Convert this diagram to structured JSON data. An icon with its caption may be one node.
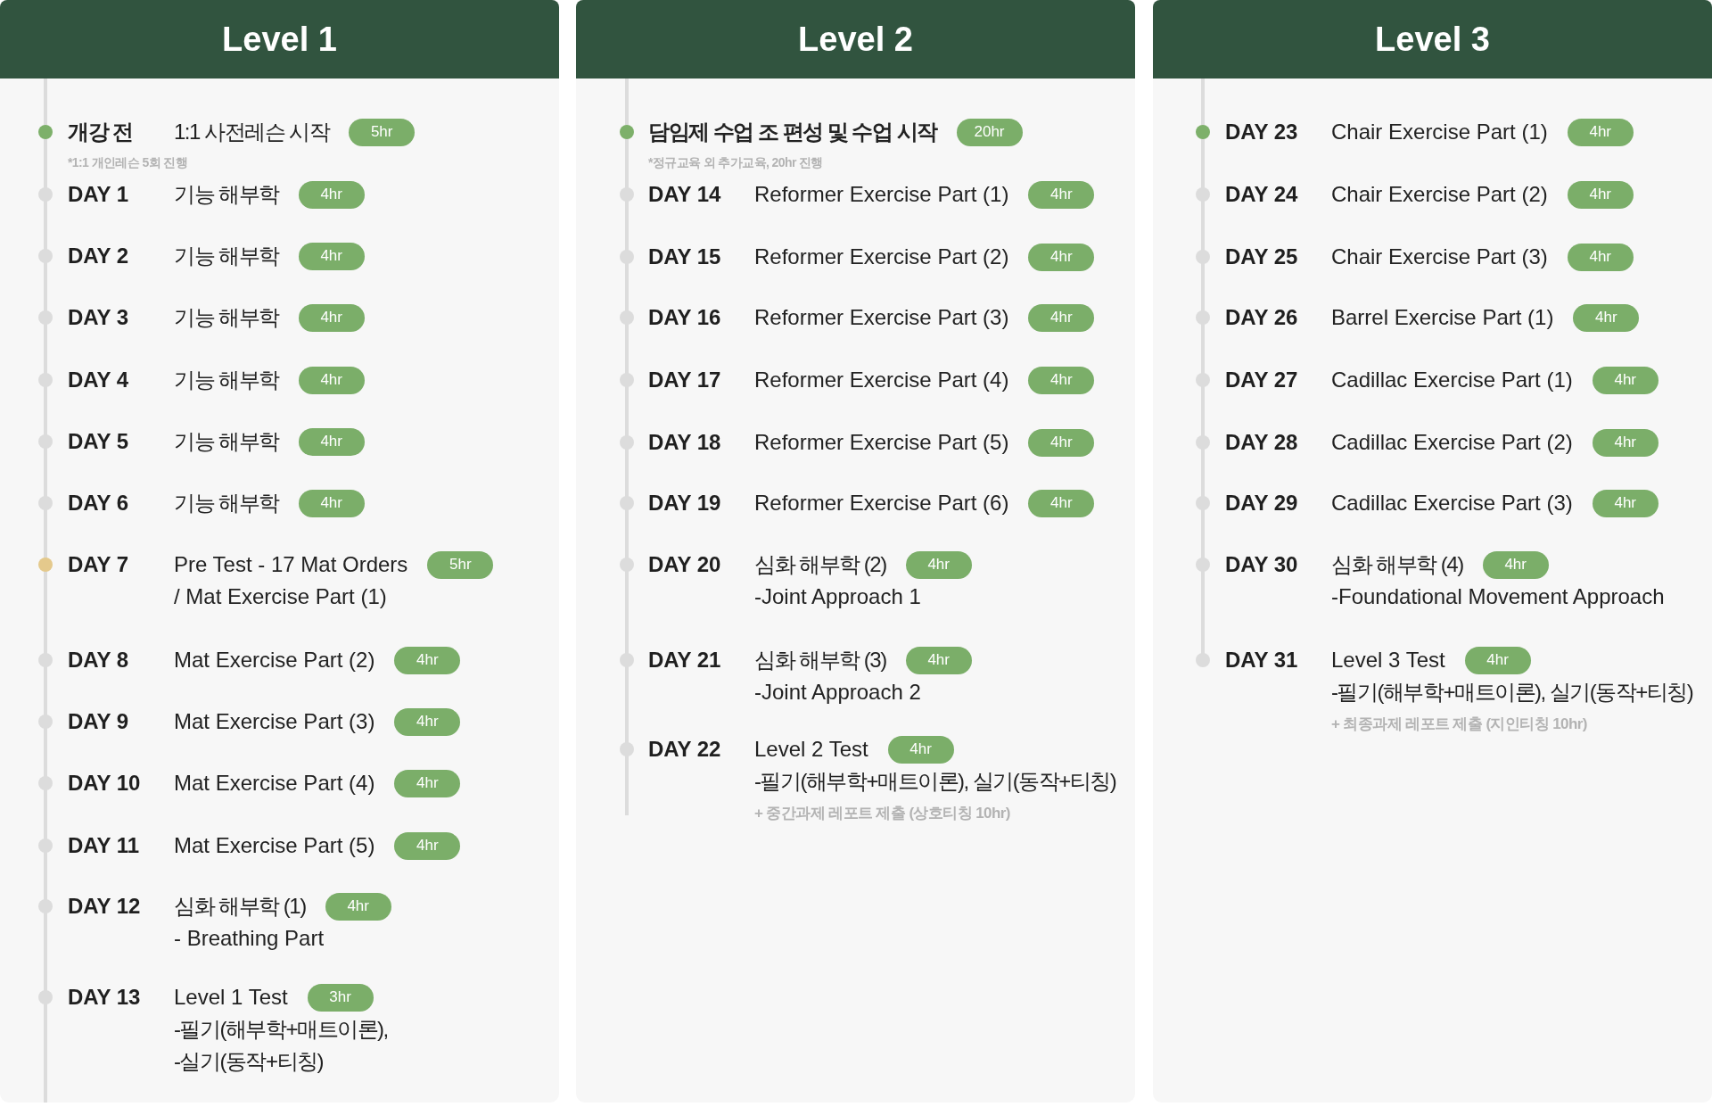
{
  "diagram": {
    "nodes": [
      {
        "text": [
          "Level 1"
        ]
      },
      {
        "text": [
          "5hr"
        ],
        "in": 0,
        "beside": [
          "개강 전",
          "1:1 사전레슨 시작",
          "*1:1 개인레슨 5회 진행"
        ]
      },
      {
        "text": [
          "4hr"
        ],
        "in": 0,
        "beside": [
          "DAY 1",
          "기능 해부학"
        ]
      },
      {
        "text": [
          "4hr"
        ],
        "in": 0,
        "beside": [
          "DAY 2",
          "기능 해부학"
        ]
      },
      {
        "text": [
          "4hr"
        ],
        "in": 0,
        "beside": [
          "DAY 3",
          "기능 해부학"
        ]
      },
      {
        "text": [
          "4hr"
        ],
        "in": 0,
        "beside": [
          "DAY 4",
          "기능 해부학"
        ]
      },
      {
        "text": [
          "4hr"
        ],
        "in": 0,
        "beside": [
          "DAY 5",
          "기능 해부학"
        ]
      },
      {
        "text": [
          "4hr"
        ],
        "in": 0,
        "beside": [
          "DAY 6",
          "기능 해부학"
        ]
      },
      {
        "text": [
          "5hr"
        ],
        "in": 0,
        "beside": [
          "DAY 7",
          "Pre Test - 17 Mat Orders",
          "/ Mat Exercise Part (1)"
        ]
      },
      {
        "text": [
          "4hr"
        ],
        "in": 0,
        "beside": [
          "DAY 8",
          "Mat Exercise Part (2)"
        ]
      },
      {
        "text": [
          "4hr"
        ],
        "in": 0,
        "beside": [
          "DAY 9",
          "Mat Exercise Part (3)"
        ]
      },
      {
        "text": [
          "4hr"
        ],
        "in": 0,
        "beside": [
          "DAY 10",
          "Mat Exercise Part (4)"
        ]
      },
      {
        "text": [
          "4hr"
        ],
        "in": 0,
        "beside": [
          "DAY 11",
          "Mat Exercise Part (5)"
        ]
      },
      {
        "text": [
          "4hr"
        ],
        "in": 0,
        "beside": [
          "DAY 12",
          "심화 해부학 (1)",
          "- Breathing Part"
        ]
      },
      {
        "text": [
          "3hr"
        ],
        "in": 0,
        "beside": [
          "DAY 13",
          "Level 1 Test",
          "-필기(해부학+매트이론),",
          "-실기(동작+티칭)"
        ]
      },
      {
        "text": [
          "Level 2"
        ]
      },
      {
        "text": [
          "20hr"
        ],
        "in": 15,
        "beside": [
          "담임제 수업 조 편성 및 수업 시작",
          "*정규교육 외 추가교육, 20hr 진행"
        ]
      },
      {
        "text": [
          "4hr"
        ],
        "in": 15,
        "beside": [
          "DAY 14",
          "Reformer Exercise Part (1)"
        ]
      },
      {
        "text": [
          "4hr"
        ],
        "in": 15,
        "beside": [
          "DAY 15",
          "Reformer Exercise Part (2)"
        ]
      },
      {
        "text": [
          "4hr"
        ],
        "in": 15,
        "beside": [
          "DAY 16",
          "Reformer Exercise Part (3)"
        ]
      },
      {
        "text": [
          "4hr"
        ],
        "in": 15,
        "beside": [
          "DAY 17",
          "Reformer Exercise Part (4)"
        ]
      },
      {
        "text": [
          "4hr"
        ],
        "in": 15,
        "beside": [
          "DAY 18",
          "Reformer Exercise Part (5)"
        ]
      },
      {
        "text": [
          "4hr"
        ],
        "in": 15,
        "beside": [
          "DAY 19",
          "Reformer Exercise Part (6)"
        ]
      },
      {
        "text": [
          "4hr"
        ],
        "in": 15,
        "beside": [
          "DAY 20",
          "심화 해부학 (2)",
          "-Joint Approach 1"
        ]
      },
      {
        "text": [
          "4hr"
        ],
        "in": 15,
        "beside": [
          "DAY 21",
          "심화 해부학 (3)",
          "-Joint Approach 2"
        ]
      },
      {
        "text": [
          "4hr"
        ],
        "in": 15,
        "beside": [
          "DAY 22",
          "Level 2 Test",
          "-필기(해부학+매트이론), 실기(동작+티칭)",
          "+ 중간과제 레포트 제출 (상호티칭 10hr)"
        ]
      },
      {
        "text": [
          "Level 3"
        ]
      },
      {
        "text": [
          "4hr"
        ],
        "in": 26,
        "beside": [
          "DAY 23",
          "Chair Exercise Part (1)"
        ]
      },
      {
        "text": [
          "4hr"
        ],
        "in": 26,
        "beside": [
          "DAY 24",
          "Chair Exercise Part (2)"
        ]
      },
      {
        "text": [
          "4hr"
        ],
        "in": 26,
        "beside": [
          "DAY 25",
          "Chair Exercise Part (3)"
        ]
      },
      {
        "text": [
          "4hr"
        ],
        "in": 26,
        "beside": [
          "DAY 26",
          "Barrel Exercise Part (1)"
        ]
      },
      {
        "text": [
          "4hr"
        ],
        "in": 26,
        "beside": [
          "DAY 27",
          "Cadillac Exercise Part (1)"
        ]
      },
      {
        "text": [
          "4hr"
        ],
        "in": 26,
        "beside": [
          "DAY 28",
          "Cadillac Exercise Part (2)"
        ]
      },
      {
        "text": [
          "4hr"
        ],
        "in": 26,
        "beside": [
          "DAY 29",
          "Cadillac Exercise Part (3)"
        ]
      },
      {
        "text": [
          "4hr"
        ],
        "in": 26,
        "beside": [
          "DAY 30",
          "심화 해부학 (4)",
          "-Foundational Movement Approach"
        ]
      },
      {
        "text": [
          "4hr"
        ],
        "in": 26,
        "beside": [
          "DAY 31",
          "Level 3 Test",
          "-필기(해부학+매트이론), 실기(동작+티칭)",
          "+ 최종과제 레포트 제출 (지인티칭 10hr)"
        ]
      }
    ]
  }
}
